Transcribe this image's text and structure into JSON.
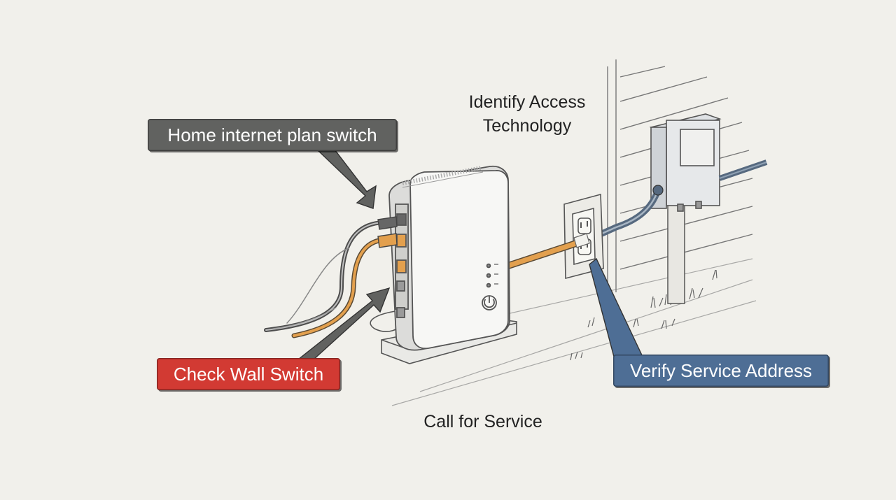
{
  "callouts": {
    "plan_switch": {
      "text": "Home internet plan switch",
      "color": "#616260"
    },
    "wall_switch": {
      "text": "Check Wall Switch",
      "color": "#d23a33"
    },
    "service_address": {
      "text": "Verify Service Address",
      "color": "#4e6e95"
    }
  },
  "labels": {
    "identify_line1": "Identify Access",
    "identify_line2": "Technology",
    "call_for_service": "Call for Service"
  },
  "icons": {
    "router": "router-icon",
    "power_button": "power-icon",
    "wall_outlet": "wall-outlet-icon",
    "utility_box": "utility-box-icon"
  },
  "colors": {
    "background": "#f1f0eb",
    "ethernet_cable": "#e3a04e",
    "coax_cable": "#56697f",
    "line_art": "#4a4a4a"
  }
}
